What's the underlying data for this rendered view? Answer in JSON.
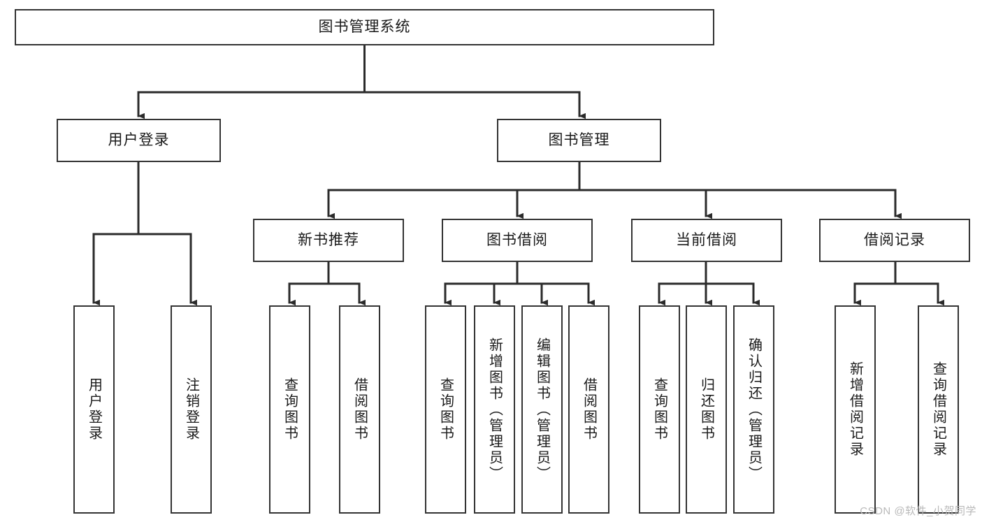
{
  "diagram": {
    "type": "tree",
    "title": "图书管理系统",
    "watermark": "CSDN @软件_小贺同学",
    "colors": {
      "box_border": "#333333",
      "box_fill": "#ffffff",
      "edge": "#2b2b2b",
      "text": "#1a1a1a",
      "watermark": "#b9b9b9"
    },
    "nodes": {
      "root": {
        "label": "图书管理系统"
      },
      "level2": [
        {
          "id": "user_login",
          "label": "用户登录"
        },
        {
          "id": "book_mgmt",
          "label": "图书管理"
        }
      ],
      "level3": [
        {
          "id": "new_book_rec",
          "label": "新书推荐",
          "parent": "book_mgmt"
        },
        {
          "id": "book_borrow",
          "label": "图书借阅",
          "parent": "book_mgmt"
        },
        {
          "id": "current_borrow",
          "label": "当前借阅",
          "parent": "book_mgmt"
        },
        {
          "id": "borrow_record",
          "label": "借阅记录",
          "parent": "book_mgmt"
        }
      ],
      "leaves": [
        {
          "id": "leaf_user_login",
          "label": "用户登录",
          "parent": "user_login"
        },
        {
          "id": "leaf_user_logout",
          "label": "注销登录",
          "parent": "user_login"
        },
        {
          "id": "leaf_rec_query",
          "label": "查询图书",
          "parent": "new_book_rec"
        },
        {
          "id": "leaf_rec_borrow",
          "label": "借阅图书",
          "parent": "new_book_rec"
        },
        {
          "id": "leaf_bb_query",
          "label": "查询图书",
          "parent": "book_borrow"
        },
        {
          "id": "leaf_bb_add",
          "label": "新增图书（管理员）",
          "parent": "book_borrow"
        },
        {
          "id": "leaf_bb_edit",
          "label": "编辑图书（管理员）",
          "parent": "book_borrow"
        },
        {
          "id": "leaf_bb_borrow",
          "label": "借阅图书",
          "parent": "book_borrow"
        },
        {
          "id": "leaf_cb_query",
          "label": "查询图书",
          "parent": "current_borrow"
        },
        {
          "id": "leaf_cb_return",
          "label": "归还图书",
          "parent": "current_borrow"
        },
        {
          "id": "leaf_cb_confirm",
          "label": "确认归还（管理员）",
          "parent": "current_borrow"
        },
        {
          "id": "leaf_br_add",
          "label": "新增借阅记录",
          "parent": "borrow_record"
        },
        {
          "id": "leaf_br_query",
          "label": "查询借阅记录",
          "parent": "borrow_record"
        }
      ]
    }
  }
}
